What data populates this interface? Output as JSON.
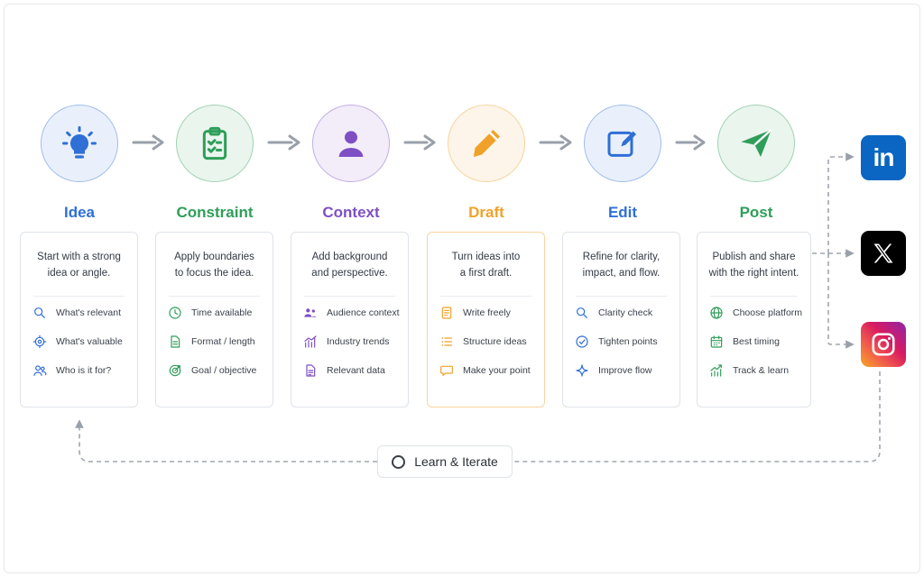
{
  "stages": [
    {
      "title": "Idea",
      "icon": "lightbulb-icon",
      "color": "#2f6fd6",
      "description": [
        "Start with a strong",
        "idea or angle."
      ],
      "items": [
        {
          "icon": "search-icon",
          "label": "What's relevant"
        },
        {
          "icon": "target-icon",
          "label": "What's valuable"
        },
        {
          "icon": "users-icon",
          "label": "Who is it for?"
        }
      ]
    },
    {
      "title": "Constraint",
      "icon": "clipboard-checklist-icon",
      "color": "#2e9e58",
      "description": [
        "Apply boundaries",
        "to focus the idea."
      ],
      "items": [
        {
          "icon": "clock-icon",
          "label": "Time available"
        },
        {
          "icon": "document-icon",
          "label": "Format / length"
        },
        {
          "icon": "goal-target-icon",
          "label": "Goal / objective"
        }
      ]
    },
    {
      "title": "Context",
      "icon": "person-icon",
      "color": "#7e4fc4",
      "description": [
        "Add background",
        "and perspective."
      ],
      "items": [
        {
          "icon": "audience-icon",
          "label": "Audience context"
        },
        {
          "icon": "trend-chart-icon",
          "label": "Industry trends"
        },
        {
          "icon": "data-document-icon",
          "label": "Relevant data"
        }
      ]
    },
    {
      "title": "Draft",
      "icon": "pencil-icon",
      "color": "#f0a12a",
      "description": [
        "Turn ideas into",
        "a first draft."
      ],
      "items": [
        {
          "icon": "notepad-icon",
          "label": "Write freely"
        },
        {
          "icon": "list-icon",
          "label": "Structure ideas"
        },
        {
          "icon": "speech-bubble-icon",
          "label": "Make your point"
        }
      ]
    },
    {
      "title": "Edit",
      "icon": "edit-square-icon",
      "color": "#2f6fd6",
      "description": [
        "Refine for clarity,",
        "impact, and flow."
      ],
      "items": [
        {
          "icon": "search-icon",
          "label": "Clarity check"
        },
        {
          "icon": "check-circle-icon",
          "label": "Tighten points"
        },
        {
          "icon": "sparkle-icon",
          "label": "Improve flow"
        }
      ]
    },
    {
      "title": "Post",
      "icon": "paper-plane-icon",
      "color": "#2e9e58",
      "description": [
        "Publish and share",
        "with the right intent."
      ],
      "items": [
        {
          "icon": "globe-icon",
          "label": "Choose platform"
        },
        {
          "icon": "calendar-icon",
          "label": "Best timing"
        },
        {
          "icon": "growth-chart-icon",
          "label": "Track & learn"
        }
      ]
    }
  ],
  "platforms": [
    {
      "name": "linkedin-icon",
      "glyph": "in",
      "color": "#0a66c2"
    },
    {
      "name": "x-icon",
      "color": "#000000"
    },
    {
      "name": "instagram-icon",
      "color": "#d81b60"
    }
  ],
  "loop": {
    "label": "Learn & Iterate"
  }
}
